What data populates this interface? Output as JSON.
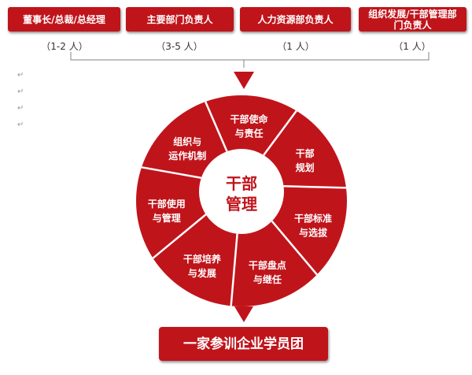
{
  "roles": [
    {
      "title": "董事长/总裁/总经理",
      "count": "（1-2 人）"
    },
    {
      "title": "主要部门负责人",
      "count": "（3-5 人）"
    },
    {
      "title": "人力资源部负责人",
      "count": "（1 人）"
    },
    {
      "title": "组织发展/干部管理部门负责人",
      "count": "（1 人）"
    }
  ],
  "wheel": {
    "center": [
      "干部",
      "管理"
    ],
    "segments": [
      [
        "干部使命",
        "与责任"
      ],
      [
        "干部",
        "规划"
      ],
      [
        "干部标准",
        "与选拔"
      ],
      [
        "干部盘点",
        "与继任"
      ],
      [
        "干部培养",
        "与发展"
      ],
      [
        "干部使用",
        "与管理"
      ],
      [
        "组织与",
        "运作机制"
      ]
    ]
  },
  "footer": "一家参训企业学员团",
  "colors": {
    "accent": "#c0141b",
    "divider": "#ffffff"
  },
  "paragraph_mark": "↵"
}
